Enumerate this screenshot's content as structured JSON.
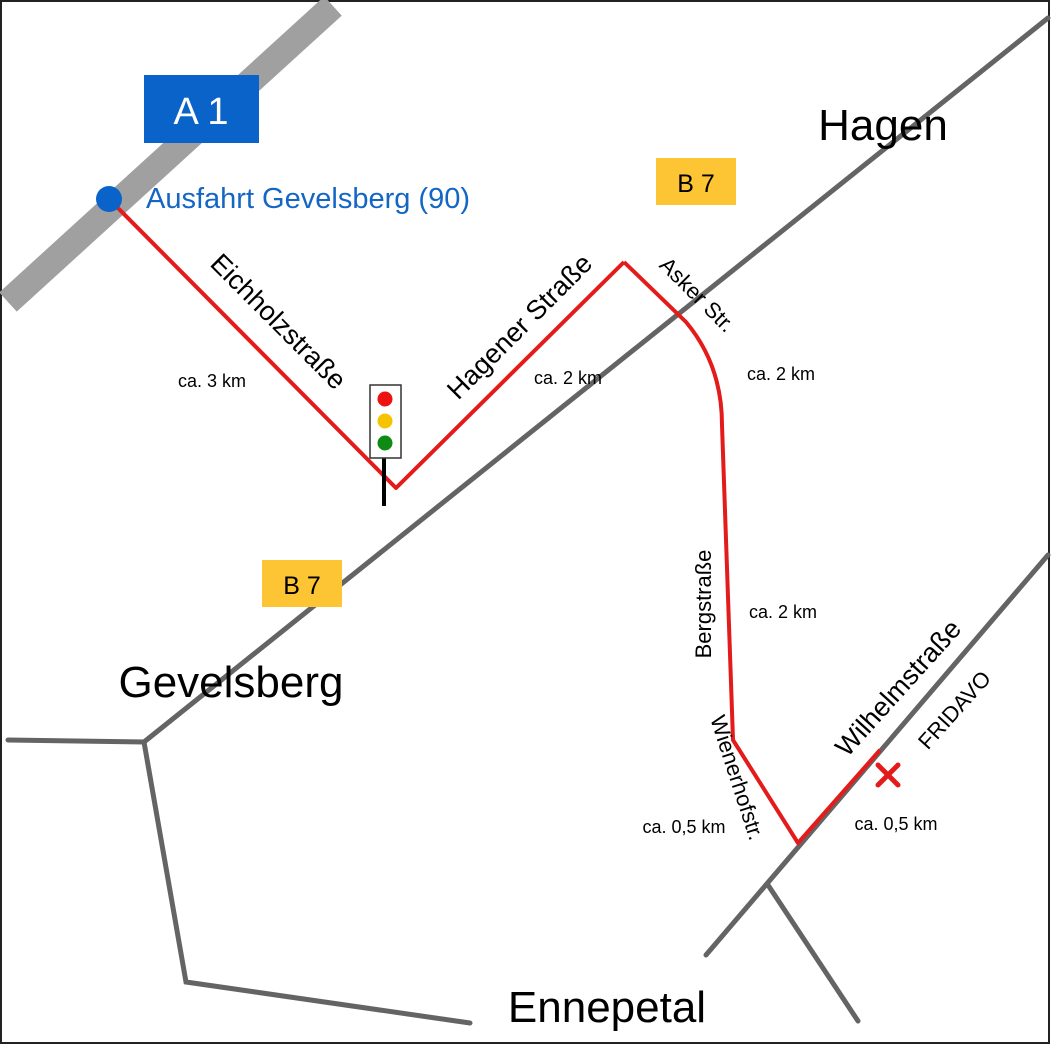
{
  "cities": {
    "hagen": "Hagen",
    "gevelsberg": "Gevelsberg",
    "ennepetal": "Ennepetal"
  },
  "highway": {
    "label": "A 1",
    "badge_color": "#0a63c9",
    "exit_label": "Ausfahrt Gevelsberg (90)",
    "exit_color": "#1466c5"
  },
  "federal_road": {
    "label": "B 7",
    "badge_color": "#fdc533"
  },
  "streets": {
    "eichholzstrasse": "Eichholzstraße",
    "hagener_strasse": "Hagener Straße",
    "asker_str": "Asker Str.",
    "bergstrasse": "Bergstraße",
    "wienerhofstr": "Wienerhofstr.",
    "wilhelmstrasse": "Wilhelmstraße"
  },
  "distances": {
    "eichholz": "ca. 3 km",
    "hagener": "ca. 2 km",
    "asker": "ca. 2 km",
    "berg": "ca. 2 km",
    "wienerhof": "ca. 0,5 km",
    "wilhelm": "ca. 0,5 km"
  },
  "destination": {
    "label": "FRIDAVO",
    "marker_icon": "cross-marker-icon",
    "marker_color": "#e41b1b"
  },
  "traffic_light": {
    "icon": "traffic-light-icon",
    "colors": [
      "#ee1111",
      "#f5c400",
      "#0f8a12"
    ]
  },
  "colors": {
    "route": "#e41b1b",
    "road": "#646464",
    "motorway": "#a0a0a0"
  }
}
